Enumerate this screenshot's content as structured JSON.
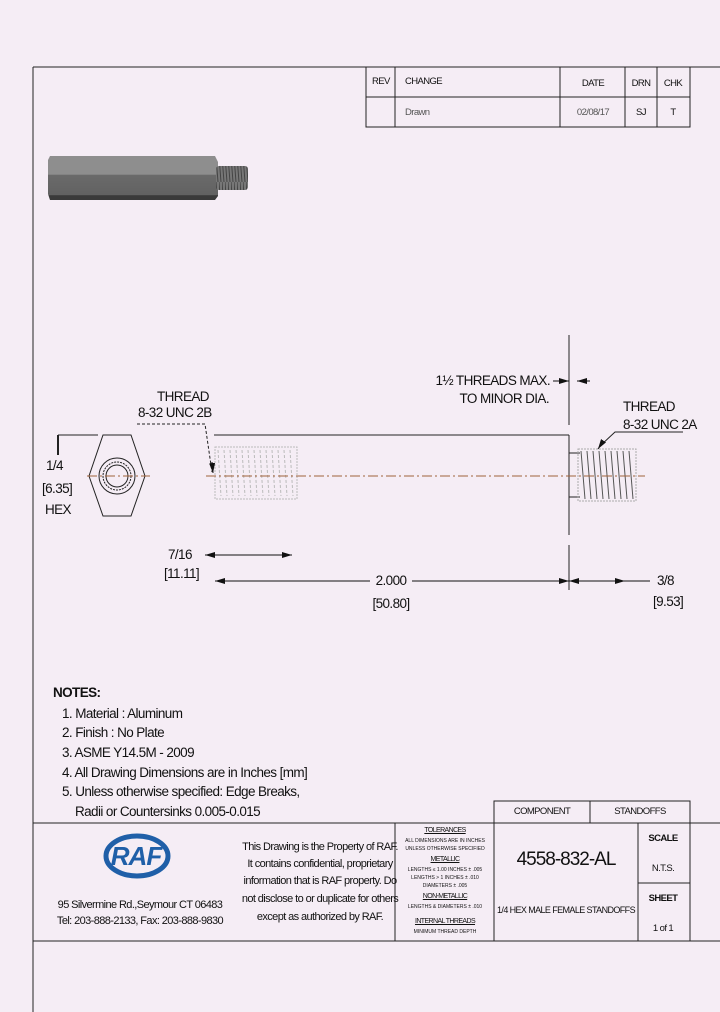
{
  "revision_table": {
    "headers": {
      "rev": "REV",
      "change": "CHANGE",
      "date": "DATE",
      "drn": "DRN",
      "chk": "CHK"
    },
    "rows": [
      {
        "rev": "",
        "change": "Drawn",
        "date": "02/08/17",
        "drn": "SJ",
        "chk": "T"
      }
    ]
  },
  "drawing": {
    "female_thread_label": "THREAD",
    "female_thread_spec": "8-32 UNC 2B",
    "male_thread_label": "THREAD",
    "male_thread_spec": "8-32 UNC 2A",
    "threads_note_1": "1½ THREADS MAX.",
    "threads_note_2": "TO MINOR DIA.",
    "hex_size": "1/4",
    "hex_size_mm": "[6.35]",
    "hex_label": "HEX",
    "thread_depth": "7/16",
    "thread_depth_mm": "[11.11]",
    "length": "2.000",
    "length_mm": "[50.80]",
    "stud_length": "3/8",
    "stud_length_mm": "[9.53]",
    "centerline_color": "#a0623a"
  },
  "notes": {
    "title": "NOTES:",
    "items": [
      "1. Material : Aluminum",
      "2. Finish : No Plate",
      "3. ASME Y14.5M - 2009",
      "4. All Drawing Dimensions are in Inches [mm]",
      "5. Unless otherwise specified: Edge Breaks,",
      "Radii or Countersinks 0.005-0.015"
    ]
  },
  "company": {
    "logo_text": "RAF",
    "logo_color": "#1f5fa8",
    "address": "95 Silvermine Rd.,Seymour CT 06483",
    "phone": "Tel: 203-888-2133, Fax: 203-888-9830"
  },
  "confidentiality": [
    "This Drawing is the Property of RAF.",
    "It contains confidential, proprietary",
    "information that is RAF property. Do",
    "not disclose to or duplicate for others",
    "except as authorized by RAF."
  ],
  "tolerances": {
    "title": "TOLERANCES",
    "line1": "ALL DIMENSIONS ARE IN INCHES",
    "line2": "UNLESS OTHERWISE SPECIFIED",
    "metallic_title": "METALLIC",
    "metallic_1": "LENGTHS ≤ 1.00 INCHES ± .005",
    "metallic_2": "LENGTHS > 1 INCHES ± .010",
    "metallic_3": "DIAMETERS ± .005",
    "nonmetallic_title": "NON-METALLIC",
    "nonmetallic_1": "LENGTHS & DIAMETERS ± .010",
    "internal_title": "INTERNAL THREADS",
    "internal_1": "MINIMUM THREAD DEPTH"
  },
  "title_block": {
    "component_label": "COMPONENT",
    "component_value": "STANDOFFS",
    "part_number": "4558-832-AL",
    "description": "1/4 HEX MALE FEMALE STANDOFFS",
    "scale_label": "SCALE",
    "scale_value": "N.T.S.",
    "sheet_label": "SHEET",
    "sheet_value": "1 of 1"
  }
}
